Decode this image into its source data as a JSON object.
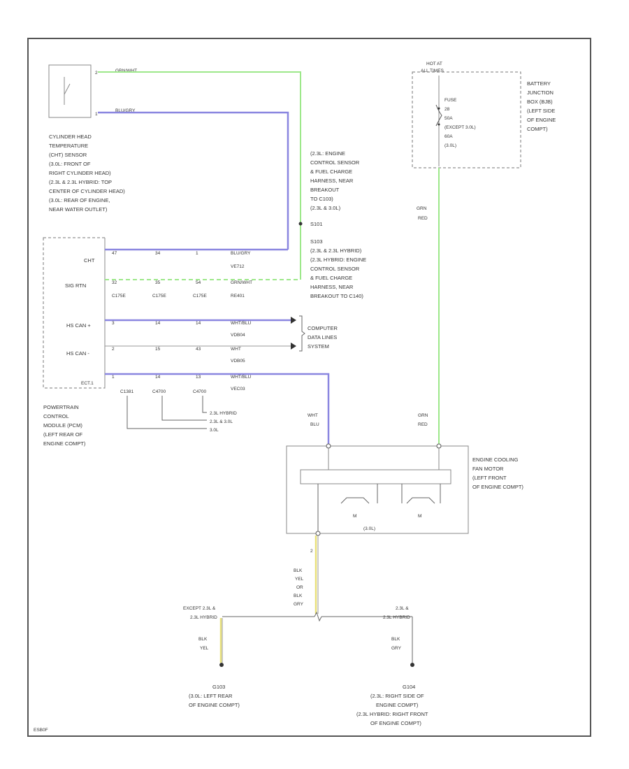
{
  "sensor": {
    "label": [
      "CYLINDER HEAD",
      "TEMPERATURE",
      "(CHT) SENSOR",
      "(3.0L: FRONT OF",
      "RIGHT CYLINDER HEAD)",
      "(2.3L & 2.3L HYBRID: TOP",
      "CENTER OF CYLINDER HEAD)",
      "(3.0L: REAR OF ENGINE,",
      "NEAR WATER OUTLET)"
    ],
    "pins": [
      "2",
      "1"
    ],
    "wire_top": "GRN/WHT",
    "wire_bottom": "BLU/GRY"
  },
  "splice_s101": {
    "label": [
      "(2.3L: ENGINE",
      "CONTROL SENSOR",
      "& FUEL CHARGE",
      "HARNESS, NEAR",
      "BREAKOUT",
      "TO C103)",
      "(2.3L & 3.0L)",
      "S101"
    ]
  },
  "splice_s103": {
    "label": [
      "S103",
      "(2.3L & 2.3L HYBRID)",
      "(2.3L HYBRID: ENGINE",
      "CONTROL SENSOR",
      "& FUEL CHARGE",
      "HARNESS, NEAR",
      "BREAKOUT TO C140)"
    ]
  },
  "pcm": {
    "rows": [
      {
        "name": "CHT",
        "pins": [
          "47",
          "34",
          "1"
        ],
        "wire": "BLU/GRY",
        "circuit": "VE712"
      },
      {
        "name": "SIG RTN",
        "pins": [
          "32",
          "35",
          "54"
        ],
        "wire": "GRN/WHT",
        "circuit": "RE401"
      },
      {
        "name": "HS CAN +",
        "pins": [
          "3",
          "14",
          "14"
        ],
        "wire": "WHT/BLU",
        "circuit": "VDB04"
      },
      {
        "name": "HS CAN -",
        "pins": [
          "2",
          "15",
          "43"
        ],
        "wire": "WHT",
        "circuit": "VDB05"
      },
      {
        "name": "",
        "pins": [
          "1",
          "14",
          "13"
        ],
        "wire": "WHT/BLU",
        "circuit": "VEC03"
      }
    ],
    "connectors_row": [
      "C175E",
      "C175E",
      "C175E"
    ],
    "bottom_connectors": [
      "C1381",
      "C4700",
      "C4700"
    ],
    "tag": "ECT.1",
    "label": [
      "POWERTRAIN",
      "CONTROL",
      "MODULE (PCM)",
      "(LEFT REAR OF",
      "ENGINE COMPT)"
    ],
    "variants": [
      "2.3L HYBRID",
      "2.3L & 3.0L",
      "3.0L"
    ]
  },
  "data_links": {
    "label": [
      "COMPUTER",
      "DATA LINES",
      "SYSTEM"
    ]
  },
  "bjb": {
    "title": [
      "HOT AT",
      "ALL TIMES"
    ],
    "fuse": [
      "FUSE",
      "28",
      "50A",
      "(EXCEPT 3.0L)",
      "60A",
      "(3.0L)"
    ],
    "label": [
      "BATTERY",
      "JUNCTION",
      "BOX (BJB)",
      "(LEFT SIDE",
      "OF ENGINE",
      "COMPT)"
    ]
  },
  "wires": {
    "grn_red_upper": [
      "GRN",
      "RED"
    ],
    "grn_red_lower": [
      "GRN",
      "RED"
    ],
    "wht_blu": [
      "WHT",
      "BLU"
    ],
    "motor_ground": [
      "BLK",
      "YEL",
      "OR",
      "BLK",
      "GRY"
    ],
    "left_ground_wire": [
      "BLK",
      "YEL"
    ],
    "right_ground_wire": [
      "BLK",
      "GRY"
    ]
  },
  "fan_motor": {
    "label": [
      "ENGINE COOLING",
      "FAN MOTOR",
      "(LEFT FRONT",
      "OF ENGINE COMPT)"
    ],
    "relays": [
      "M",
      "M"
    ],
    "variant": "(3.0L)",
    "ground_pin": "2"
  },
  "branches": {
    "left": [
      "EXCEPT 2.3L &",
      "2.3L HYBRID"
    ],
    "right": [
      "2.3L &",
      "2.3L HYBRID"
    ]
  },
  "ground_g103": {
    "label": [
      "G103",
      "(3.0L: LEFT REAR",
      "OF ENGINE COMPT)"
    ]
  },
  "ground_g104": {
    "label": [
      "G104",
      "(2.3L: RIGHT SIDE OF",
      "ENGINE COMPT)",
      "(2.3L HYBRID: RIGHT FRONT",
      "OF ENGINE COMPT)"
    ]
  },
  "footer": {
    "code": "ESB0F"
  },
  "colors": {
    "green_wire": "#9de88a",
    "blue_wire": "#8a86e0",
    "yellow_wire": "#e8e07a",
    "frame": "#555555"
  }
}
